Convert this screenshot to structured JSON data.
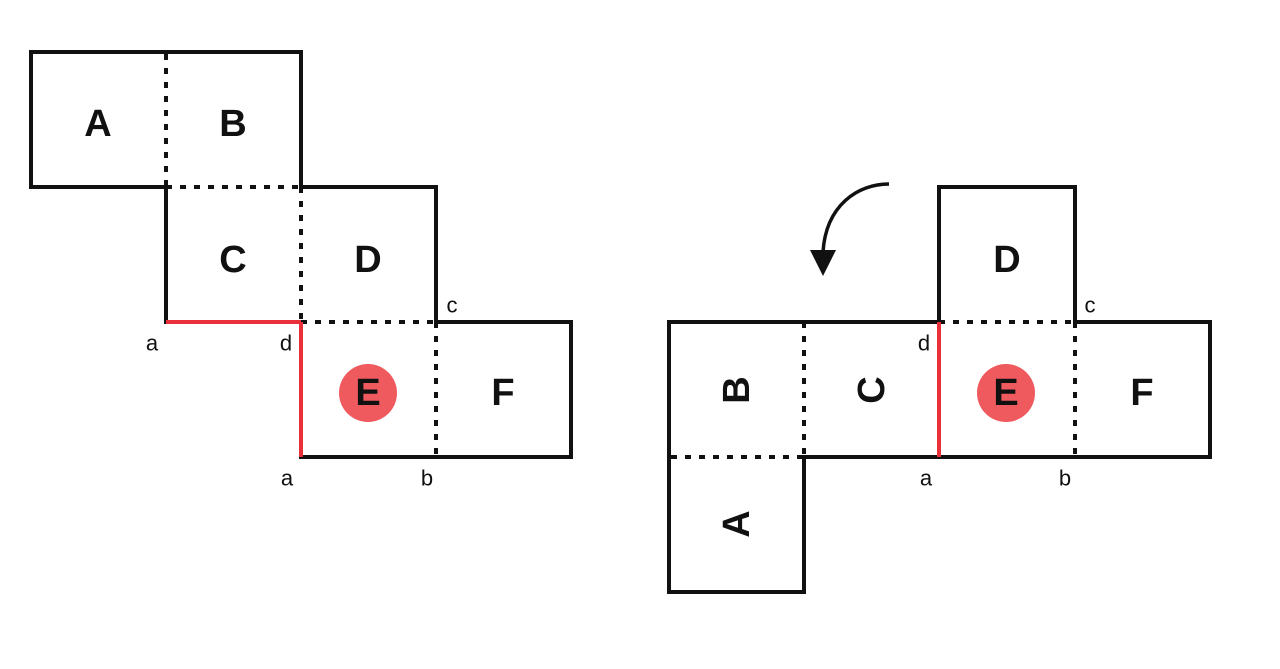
{
  "colors": {
    "line": "#111111",
    "highlight_edge": "#e8303a",
    "highlight_face": "#ef5a5f",
    "background": "#ffffff"
  },
  "left_net": {
    "faces": {
      "A": "A",
      "B": "B",
      "C": "C",
      "D": "D",
      "E": "E",
      "F": "F"
    },
    "vertices": {
      "a_top": "a",
      "d": "d",
      "c": "c",
      "a_bottom": "a",
      "b": "b"
    }
  },
  "right_net": {
    "rotation_arrow_icon": "curved-arrow-counterclockwise-icon",
    "faces": {
      "A": "A",
      "B": "B",
      "C": "C",
      "D": "D",
      "E": "E",
      "F": "F"
    },
    "vertices": {
      "d": "d",
      "c": "c",
      "a": "a",
      "b": "b"
    }
  }
}
